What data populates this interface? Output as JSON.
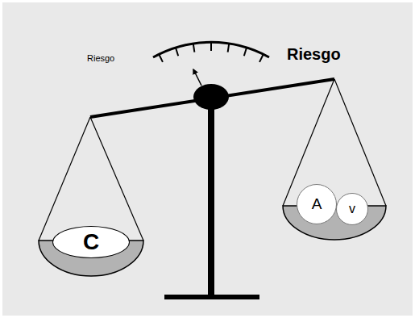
{
  "diagram": {
    "nodes": [
      {
        "text": [
          "C"
        ]
      },
      {
        "text": [
          "A"
        ]
      },
      {
        "text": [
          "v"
        ]
      }
    ],
    "labels": [
      "Riesgo",
      "Riesgo"
    ]
  }
}
